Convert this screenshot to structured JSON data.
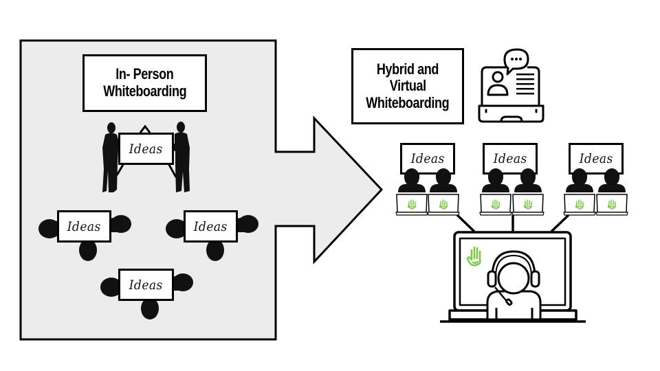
{
  "diagram": {
    "left_panel": {
      "title_lines": [
        "In- Person",
        "Whiteboarding"
      ],
      "standing_board_label": "Ideas",
      "table_labels": [
        "Ideas",
        "Ideas",
        "Ideas"
      ]
    },
    "right_panel": {
      "title_lines": [
        "Hybrid and",
        "Virtual",
        "Whiteboarding"
      ],
      "remote_group_labels": [
        "Ideas",
        "Ideas",
        "Ideas"
      ]
    },
    "colors": {
      "panel_fill": "#ececec",
      "stroke": "#000000",
      "hand_icon_green": "#7ac943"
    },
    "icons": {
      "laptop_chat": "laptop-chat-icon",
      "raised_hand": "raised-hand-icon",
      "headset_user": "headset-user-icon",
      "arrow": "right-arrow"
    }
  }
}
